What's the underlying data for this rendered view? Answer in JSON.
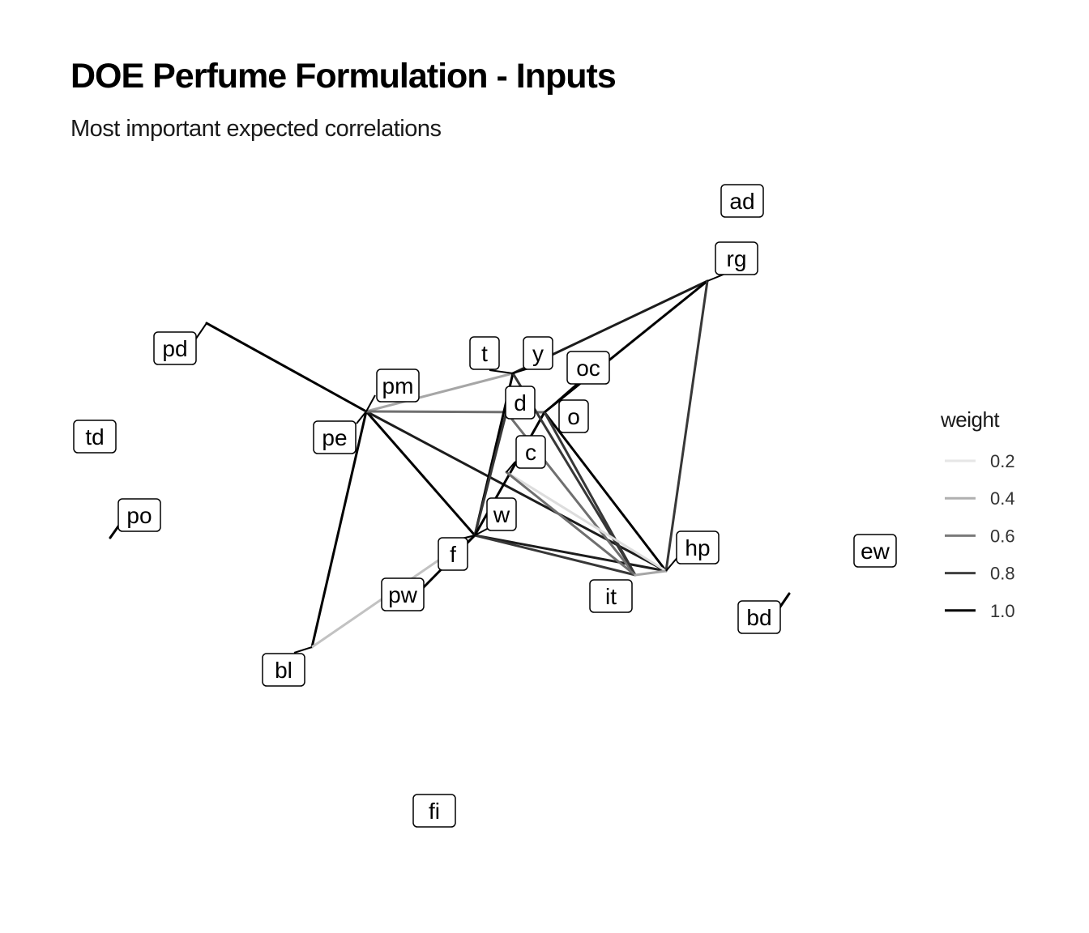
{
  "title": "DOE Perfume Formulation - Inputs",
  "subtitle": "Most important expected correlations",
  "legend": {
    "title": "weight",
    "entries": [
      {
        "label": "0.2",
        "value": 0.2,
        "color": "#e6e6e6"
      },
      {
        "label": "0.4",
        "value": 0.4,
        "color": "#b0b0b0"
      },
      {
        "label": "0.6",
        "value": 0.6,
        "color": "#7a7a7a"
      },
      {
        "label": "0.8",
        "value": 0.8,
        "color": "#404040"
      },
      {
        "label": "1.0",
        "value": 1.0,
        "color": "#000000"
      }
    ]
  },
  "nodes": [
    {
      "id": "ad",
      "label": "ad"
    },
    {
      "id": "rg",
      "label": "rg"
    },
    {
      "id": "pd",
      "label": "pd"
    },
    {
      "id": "t",
      "label": "t"
    },
    {
      "id": "y",
      "label": "y"
    },
    {
      "id": "oc",
      "label": "oc"
    },
    {
      "id": "pm",
      "label": "pm"
    },
    {
      "id": "d",
      "label": "d"
    },
    {
      "id": "o",
      "label": "o"
    },
    {
      "id": "td",
      "label": "td"
    },
    {
      "id": "pe",
      "label": "pe"
    },
    {
      "id": "c",
      "label": "c"
    },
    {
      "id": "po",
      "label": "po"
    },
    {
      "id": "w",
      "label": "w"
    },
    {
      "id": "f",
      "label": "f"
    },
    {
      "id": "hp",
      "label": "hp"
    },
    {
      "id": "ew",
      "label": "ew"
    },
    {
      "id": "pw",
      "label": "pw"
    },
    {
      "id": "it",
      "label": "it"
    },
    {
      "id": "bd",
      "label": "bd"
    },
    {
      "id": "bl",
      "label": "bl"
    },
    {
      "id": "fi",
      "label": "fi"
    }
  ],
  "edges": [
    {
      "from": "pd",
      "to": "pe",
      "weight": 1.0
    },
    {
      "from": "pe",
      "to": "bl",
      "weight": 1.0
    },
    {
      "from": "pe",
      "to": "f",
      "weight": 1.0
    },
    {
      "from": "pe",
      "to": "hp",
      "weight": 0.9
    },
    {
      "from": "pe",
      "to": "t",
      "weight": 0.4
    },
    {
      "from": "pe",
      "to": "o",
      "weight": 0.6
    },
    {
      "from": "bl",
      "to": "f",
      "weight": 0.3
    },
    {
      "from": "pw",
      "to": "f",
      "weight": 1.0
    },
    {
      "from": "f",
      "to": "t",
      "weight": 1.0
    },
    {
      "from": "f",
      "to": "d",
      "weight": 0.8
    },
    {
      "from": "f",
      "to": "o",
      "weight": 1.0
    },
    {
      "from": "f",
      "to": "hp",
      "weight": 0.9
    },
    {
      "from": "f",
      "to": "it",
      "weight": 0.8
    },
    {
      "from": "t",
      "to": "it",
      "weight": 0.8
    },
    {
      "from": "t",
      "to": "rg",
      "weight": 0.9
    },
    {
      "from": "d",
      "to": "it",
      "weight": 0.6
    },
    {
      "from": "o",
      "to": "rg",
      "weight": 1.0
    },
    {
      "from": "o",
      "to": "hp",
      "weight": 1.0
    },
    {
      "from": "o",
      "to": "it",
      "weight": 0.8
    },
    {
      "from": "c",
      "to": "hp",
      "weight": 0.2
    },
    {
      "from": "c",
      "to": "it",
      "weight": 0.6
    },
    {
      "from": "rg",
      "to": "hp",
      "weight": 0.8
    },
    {
      "from": "it",
      "to": "hp",
      "weight": 0.4
    },
    {
      "from": "po",
      "to": "po-stub",
      "weight": 1.0
    },
    {
      "from": "bd",
      "to": "bd-stub",
      "weight": 1.0
    }
  ]
}
